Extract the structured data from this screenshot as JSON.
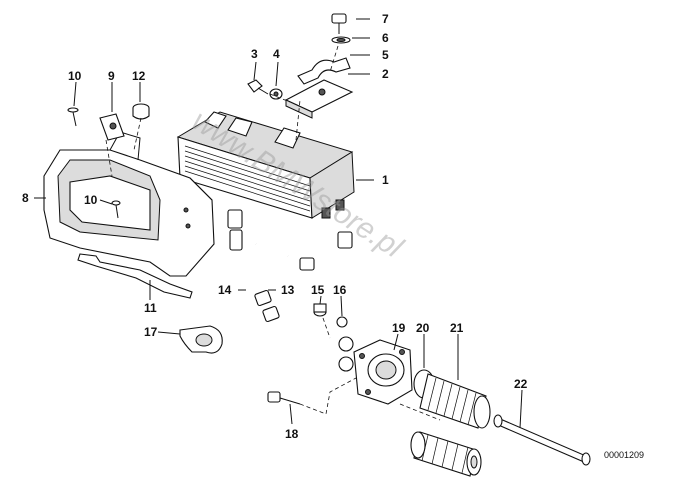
{
  "diagram": {
    "callouts": [
      "1",
      "2",
      "3",
      "4",
      "5",
      "6",
      "7",
      "8",
      "9",
      "10",
      "10",
      "11",
      "12",
      "13",
      "14",
      "15",
      "16",
      "17",
      "18",
      "19",
      "20",
      "21",
      "22"
    ],
    "reference_code": "00001209",
    "watermark": "www.BMWstore.pl"
  }
}
